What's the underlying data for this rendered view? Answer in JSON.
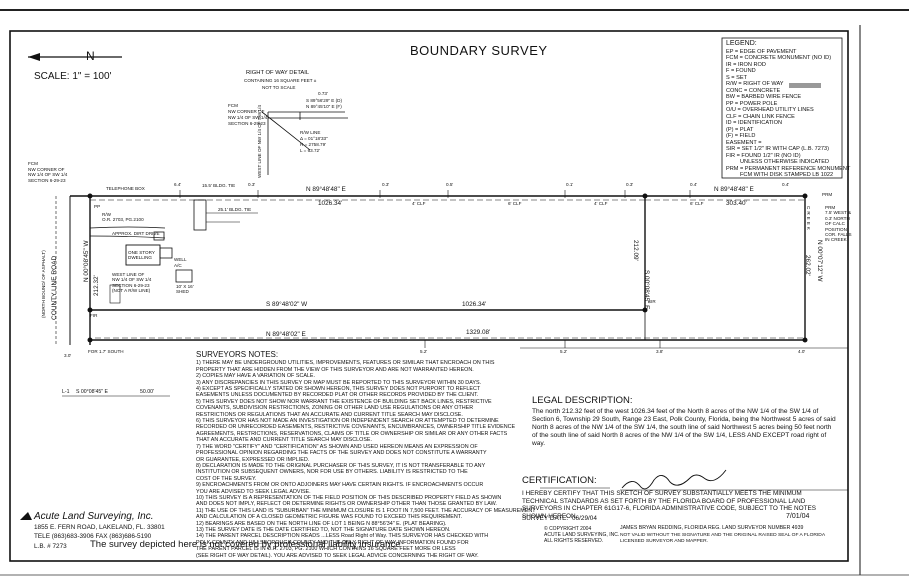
{
  "title": "BOUNDARY SURVEY",
  "scale": "SCALE: 1\" = 100'",
  "north_label": "N",
  "legend": {
    "heading": "LEGEND:",
    "items": [
      "EP = EDGE OF PAVEMENT",
      "FCM = CONCRETE MONUMENT (NO ID)",
      "IR = IRON ROD",
      "F = FOUND",
      "S = SET",
      "R/W = RIGHT OF WAY",
      "CONC = CONCRETE",
      "BW = BARBED WIRE FENCE",
      "PP = POWER POLE",
      "O/U = OVERHEAD UTILITY LINES",
      "CLF = CHAIN LINK FENCE",
      "ID = IDENTIFICATION",
      "(P) = PLAT",
      "(F) = FIELD",
      "EASEMENT =",
      "SIR = SET 1/2\" IR WITH CAP (L.B. 7273)",
      "FIR = FOUND 1/2\" IR (NO ID)",
      "UNLESS OTHERWISE INDICATED",
      "PRM = PERMANENT REFERENCE MONUMENT",
      "FCM WITH DISK STAMPED LB 1022"
    ]
  },
  "row_detail": {
    "heading": [
      "RIGHT OF WAY DETAIL",
      "CONTAINING 16 SQUARE FEET ±",
      "NOT TO SCALE"
    ],
    "dist1": "0.73'",
    "brg1": "S 89°56'29\" E (D)",
    "brg2": "N 89°45'10\" E (F)",
    "corner": [
      "FCM",
      "NW CORNER OF",
      "NW 1/4 OF SW 1/4",
      "SECTION 6-29-23"
    ],
    "curve": [
      "R/W LINE",
      "Δ = 01°18'33\"",
      "R = 2758.79'",
      "L = 63.72'"
    ],
    "west_line": "WEST LINE OF NW 1/4 OF SW 1/4"
  },
  "plan": {
    "nw_corner": [
      "FCM",
      "NW CORNER OF",
      "NW 1/4 OF SW 1/4",
      "SECTION 6-29-23"
    ],
    "road": [
      "COUNTY LINE ROAD",
      "(NORTH BOUND/ OF ASPHALT)"
    ],
    "north_bearing1": "N 89°48'48\" E",
    "north_dist1": "1026.34'",
    "north_bearing2": "N 89°48'48\" E",
    "north_dist2": "303.40'",
    "middle_bearing": "S 89°48'02\" W",
    "middle_dist": "1026.34'",
    "south_bearing": "N 89°48'02\" E",
    "south_dist": "1329.08'",
    "east_bearing": "S 00°08'45\" E",
    "east_dist": "212.09'",
    "far_east_bearing": "N 00°07'12\" W",
    "far_east_dist": "262.02'",
    "west_bearing": "N 00°08'45\" W",
    "west_dist": "212.32'",
    "creek": "CREEK",
    "prm_note": [
      "PRM",
      "7.5' WEST &",
      "0.3' NORTH",
      "OF CALC",
      "POSITION",
      "COR. FALLS",
      "IN CREEK"
    ],
    "telephone": "TELEPHONE BOX",
    "pp": "PP",
    "rw_note": [
      "R/W",
      "O.R. 2703, PG.2100"
    ],
    "approx_drive": "APPROX. DIRT DRIVE",
    "dwelling": [
      "ONE STORY",
      "DWELLING"
    ],
    "well": "WELL",
    "ac": "A/C",
    "shed": [
      "10' X 16'",
      "SHED"
    ],
    "west_line": [
      "WEST LINE OF",
      "NW 1/4 OF SW 1/4",
      "SECTION 6-29-23",
      "(NOT A R/W LINE)"
    ],
    "bldg_tie1": "15.5' BLDG. TIE",
    "bldg_tie2": "25.1' BLDG. TIE",
    "dists_top": [
      "6.4'",
      "0.3'",
      "0.3'",
      "0.5'",
      "0.1'",
      "0.3'",
      "0.4'",
      "0.4'"
    ],
    "dists_bottom": [
      "5.2'",
      "5.2'",
      "3.8'",
      "4.0'"
    ],
    "fence_labels": [
      "4' CLF",
      "6' CLF",
      "4' CLF",
      "6' CLF"
    ],
    "for_south": "FOR 1.7' SOUTH",
    "pavement": "3.0'",
    "l1_label": "L-1",
    "l1_bearing": "S 00°08'45\" E",
    "l1_dist": "50.00'",
    "sir": "SIR",
    "fir": "FIR",
    "prm": "PRM"
  },
  "notes": {
    "heading": "SURVEYORS NOTES:",
    "items": [
      "1) THERE MAY BE UNDERGROUND UTILITIES, IMPROVEMENTS, FEATURES OR SIMILAR THAT ENCROACH ON THIS",
      "   PROPERTY THAT ARE HIDDEN FROM THE VIEW OF THIS SURVEYOR AND ARE NOT WARRANTED HEREON.",
      "2) COPIES MAY HAVE A VARIATION OF SCALE.",
      "3) ANY DISCREPANCIES IN THIS SURVEY OR MAP MUST BE REPORTED TO THIS SURVEYOR WITHIN 30 DAYS.",
      "4) EXCEPT AS SPECIFICALLY STATED OR SHOWN HEREON, THIS SURVEY DOES NOT PURPORT TO REFLECT",
      "   EASEMENTS UNLESS DOCUMENTED BY RECORDED PLAT OR OTHER RECORDS PROVIDED BY THE CLIENT.",
      "5) THIS SURVEY DOES NOT SHOW NOR WARRANT THE EXISTENCE OF BUILDING SET BACK LINES, RESTRICTIVE",
      "   COVENANTS, SUBDIVISION RESTRICTIONS, ZONING OR OTHER LAND USE REGULATIONS OR ANY OTHER",
      "   RESTRICTIONS OR REGULATIONS THAT AN ACCURATE AND CURRENT TITLE SEARCH MAY DISCLOSE.",
      "6) THIS SURVEYOR HAS NOT MADE AN INVESTIGATION OR INDEPENDENT SEARCH OR ATTEMPTED TO DETERMINE",
      "   RECORDED OR UNRECORDED EASEMENTS, RESTRICTIVE COVENANTS, ENCUMBRANCES, OWNERSHIP TITLE EVIDENCE",
      "   AGREEMENTS, RESTRICTIONS, RESERVATIONS, CLAIMS OF TITLE OR OWNERSHIP OR SIMILAR OR ANY OTHER FACTS",
      "   THAT AN ACCURATE AND CURRENT TITLE SEARCH MAY DISCLOSE.",
      "7) THE WORD \"CERTIFY\" AND \"CERTIFICATION\" AS SHOWN AND USED HEREON MEANS AN EXPRESSION OF",
      "   PROFESSIONAL OPINION REGARDING THE FACTS OF THE SURVEY AND DOES NOT CONSTITUTE A WARRANTY",
      "   OR GUARANTEE, EXPRESSED OR IMPLIED.",
      "8) DECLARATION IS MADE TO THE ORIGINAL PURCHASER OF THIS SURVEY, IT IS NOT TRANSFERABLE TO ANY",
      "   INSTITUTION OR SUBSEQUENT OWNERS, NOR FOR USE BY OTHERS. LIABILITY IS RESTRICTED TO THE",
      "   COST OF THE SURVEY.",
      "9) ENCROACHMENTS FROM OR ONTO ADJOINERS MAY HAVE CERTAIN RIGHTS. IF ENCROACHMENTS OCCUR",
      "   YOU ARE ADVISED TO SEEK LEGAL ADVISE.",
      "10) THIS SURVEY IS A REPRESENTATION OF THE FIELD POSITION OF THIS DESCRIBED PROPERTY FIELD AS SHOWN",
      "   AND DOES NOT IMPLY, REFLECT OR DETERMINE RIGHTS OR OWNERSHIP OTHER THAN THOSE GRANTED BY LAW.",
      "11) THE USE OF THIS LAND IS \"SUBURBAN\" THE MINIMUM CLOSURE IS 1 FOOT IN 7,500 FEET. THE ACCURACY OF MEASUREMENT",
      "   AND CALCULATION OF A CLOSED GEOMETRIC FIGURE WAS FOUND TO EXCEED THIS REQUIREMENT.",
      "12) BEARINGS ARE BASED ON THE NORTH LINE OF LOT 1 BEING N 88°56'34\" E. (PLAT BEARING).",
      "13) THE SURVEY DATE IS THE DATE CERTIFIED TO, NOT THE SIGNATURE DATE SHOWN HEREON.",
      "14) THE PARENT PARCEL DESCRIPTION READS ...LESS Road Right of Way. THIS SURVEYOR HAS CHECKED WITH",
      "   POLK COUNTY AND HILLSBOROUGH COUNTY AND THE ONLY RIGHT OF WAY INFORMATION FOUND FOR",
      "   THE PARENT PARCEL IS IN O.R. 2703, PG. 2100 WHICH CONTAINS 16 SQUARE FEET MORE OR LESS",
      "   (SEE RIGHT OF WAY DETAIL). YOU ARE ADVISED TO SEEK LEGAL ADVICE CONCERNING THE RIGHT OF WAY."
    ]
  },
  "legal": {
    "heading": "LEGAL DESCRIPTION:",
    "body": "The north 212.32 feet of the west 1026.34 feet of the North 8 acres of the NW 1/4 of the SW 1/4 of Section 6, Township 29 South, Range 23 East, Polk County, Florida, being the Northwest 5 acres of said North 8 acres of the NW 1/4 of the SW 1/4, the south line of said Northwest 5 acres being 50 feet north of the south line of said North 8 acres of the NW 1/4 of the SW 1/4, LESS AND EXCEPT road right of way."
  },
  "certification": {
    "heading": "CERTIFICATION:",
    "body": "I HEREBY CERTIFY THAT THIS SKETCH OF SURVEY SUBSTANTIALLY MEETS THE MINIMUM TECHNICAL STANDARDS AS SET FORTH BY THE FLORIDA BOARD OF PROFESSIONAL LAND SURVEYORS IN CHAPTER 61G17-6, FLORIDA ADMINISTRATIVE CODE, SUBJECT TO THE NOTES SHOWN HEREON.",
    "survey_date_label": "SURVEY DATE:",
    "survey_date": "06/29/04",
    "copyright": [
      "© COPYRIGHT 2004",
      "ACUTE LAND SURVEYING, INC.",
      "ALL RIGHTS RESERVED."
    ],
    "surveyor": "JAMES BRYAN REDDING, FLORIDA REG. LAND SURVEYOR NUMBER 4939",
    "sign_date": "7/01/04",
    "validity": [
      "NOT VALID WITHOUT THE SIGNATURE AND THE ORIGINAL RAISED SEAL OF A FLORIDA",
      "LICENSED SURVEYOR AND MAPPER."
    ]
  },
  "company": {
    "name": "Acute Land Surveying, Inc.",
    "address": "1855 E. FERN ROAD, LAKELAND, FL. 33801",
    "phone": "TELE (863)683-3906   FAX (863)686-5190",
    "lb": "L.B. # 7273"
  },
  "disclaimer": "The survey depicted here is not covered by professional liability insurance"
}
